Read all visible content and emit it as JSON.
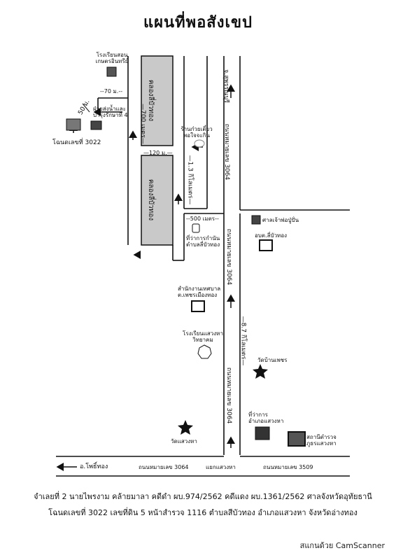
{
  "title": "แผนที่พอสังเขป",
  "labels": {
    "school_top": "โรงเรียนสอน\nเกษตรอินทรีย์",
    "dist_70": "--70 ม.--",
    "dist_50": "50 ม.",
    "irrigation": "ฝ่ายส่งน้ำและ\nบำรุงรักษาที่ 4",
    "land_deed": "โฉนดเลขที่ 3022",
    "dist_700": "—700 เมตร—",
    "canal_1": "คลองลี่บัวทอง",
    "canal_2": "คลองลี่บัวทอง",
    "dist_120": "—120 ม.—",
    "road_to_suphan": "จ.สุพรรณบุรี",
    "shop": "ร้านก๋วยเตี๋ยว\nพอใจจะกิน",
    "dist_13km": "—1.3 กิโลเมตร—",
    "road_3064_a": "ถนนหมายเลข 3064",
    "dist_500": "--500 เมตร--",
    "subdistrict_office": "ที่ว่าการกำนัน\nตำบลลี่บัวทอง",
    "shrine": "ศาลเจ้าพ่อปู่ปั่น",
    "tao_office": "อบต.ลี่บัวทอง",
    "road_3064_b": "ถนนหมายเลข 3064",
    "municipal": "สำนักงานเทศบาล\nต.เพชรเมืองทอง",
    "dist_87km": "—8.7 กิโลเมตร—",
    "school_mid": "โรงเรียนแสวงหา\nวิทยาคม",
    "temple_phet": "วัดบ้านเพชร",
    "road_3064_c": "ถนนหมายเลข 3064",
    "district_office": "ที่ว่าการ\nอำเภอแสวงหา",
    "temple_sawangha": "วัดแสวงหา",
    "police": "สถานีตำรวจ\nภูธรแสวงหา",
    "to_pho_thong": "อ.โพธิ์ทอง",
    "road_bottom_3064": "ถนนหมายเลข 3064",
    "junction": "แยกแสวงหา",
    "road_bottom_3509": "ถนนหมายเลข 3509"
  },
  "footer": {
    "line1": "จำเลยที่ 2 นายไพรงาม คล้ายมาลา  คดีดำ ผบ.974/2562 คดีแดง ผบ.1361/2562 ศาลจังหวัดอุทัยธานี",
    "line2": "โฉนดเลขที่ 3022 เลขที่ดิน 5 หน้าสำรวจ 1116 ตำบลสีบัวทอง อำเภอแสวงหา จังหวัดอ่างทอง"
  },
  "scanner_mark": "สแกนด้วย CamScanner"
}
